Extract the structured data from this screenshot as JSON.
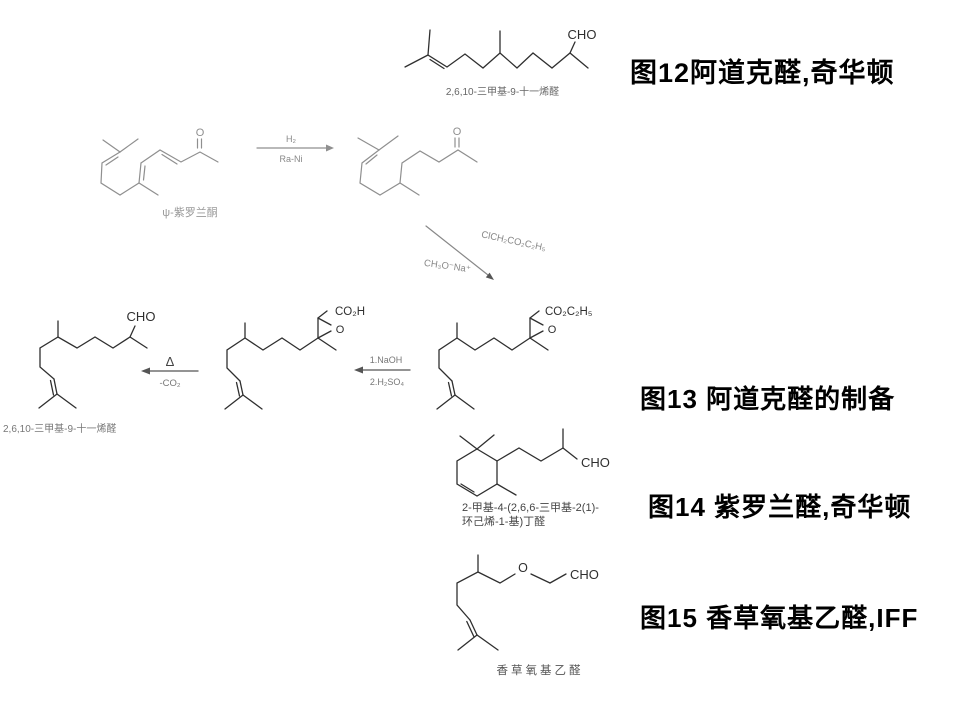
{
  "headings": {
    "fig12": "图12阿道克醛,奇华顿",
    "fig13": "图13 阿道克醛的制备",
    "fig14": "图14 紫罗兰醛,奇华顿",
    "fig15": "图15 香草氧基乙醛,IFF"
  },
  "labels": {
    "fig12_compound": "2,6,10-三甲基-9-十一烯醛",
    "psi_ionone": "ψ-紫罗兰酮",
    "fig13_product": "2,6,10-三甲基-9-十一烯醛",
    "fig14_compound_line1": "2-甲基-4-(2,6,6-三甲基-2(1)-",
    "fig14_compound_line2": "环己烯-1-基)丁醛",
    "fig15_compound": "香草氧基乙醛"
  },
  "formulas": {
    "cho": "CHO",
    "o": "O",
    "co2h": "CO₂H",
    "co2et": "CO₂C₂H₅"
  },
  "reagents": {
    "step1_above": "H₂",
    "step1_below": "Ra-Ni",
    "step2_above": "ClCH₂CO₂C₂H₅",
    "step2_below": "CH₃O⁻Na⁺",
    "step3_above": "1.NaOH",
    "step3_below": "2.H₂SO₄",
    "step4_above": "Δ",
    "step4_below": "-CO₂"
  },
  "colors": {
    "structure": "#2f2f2f",
    "faded": "#8f8f8f",
    "arrow": "#555555",
    "label": "#666666",
    "heading": "#000000"
  }
}
